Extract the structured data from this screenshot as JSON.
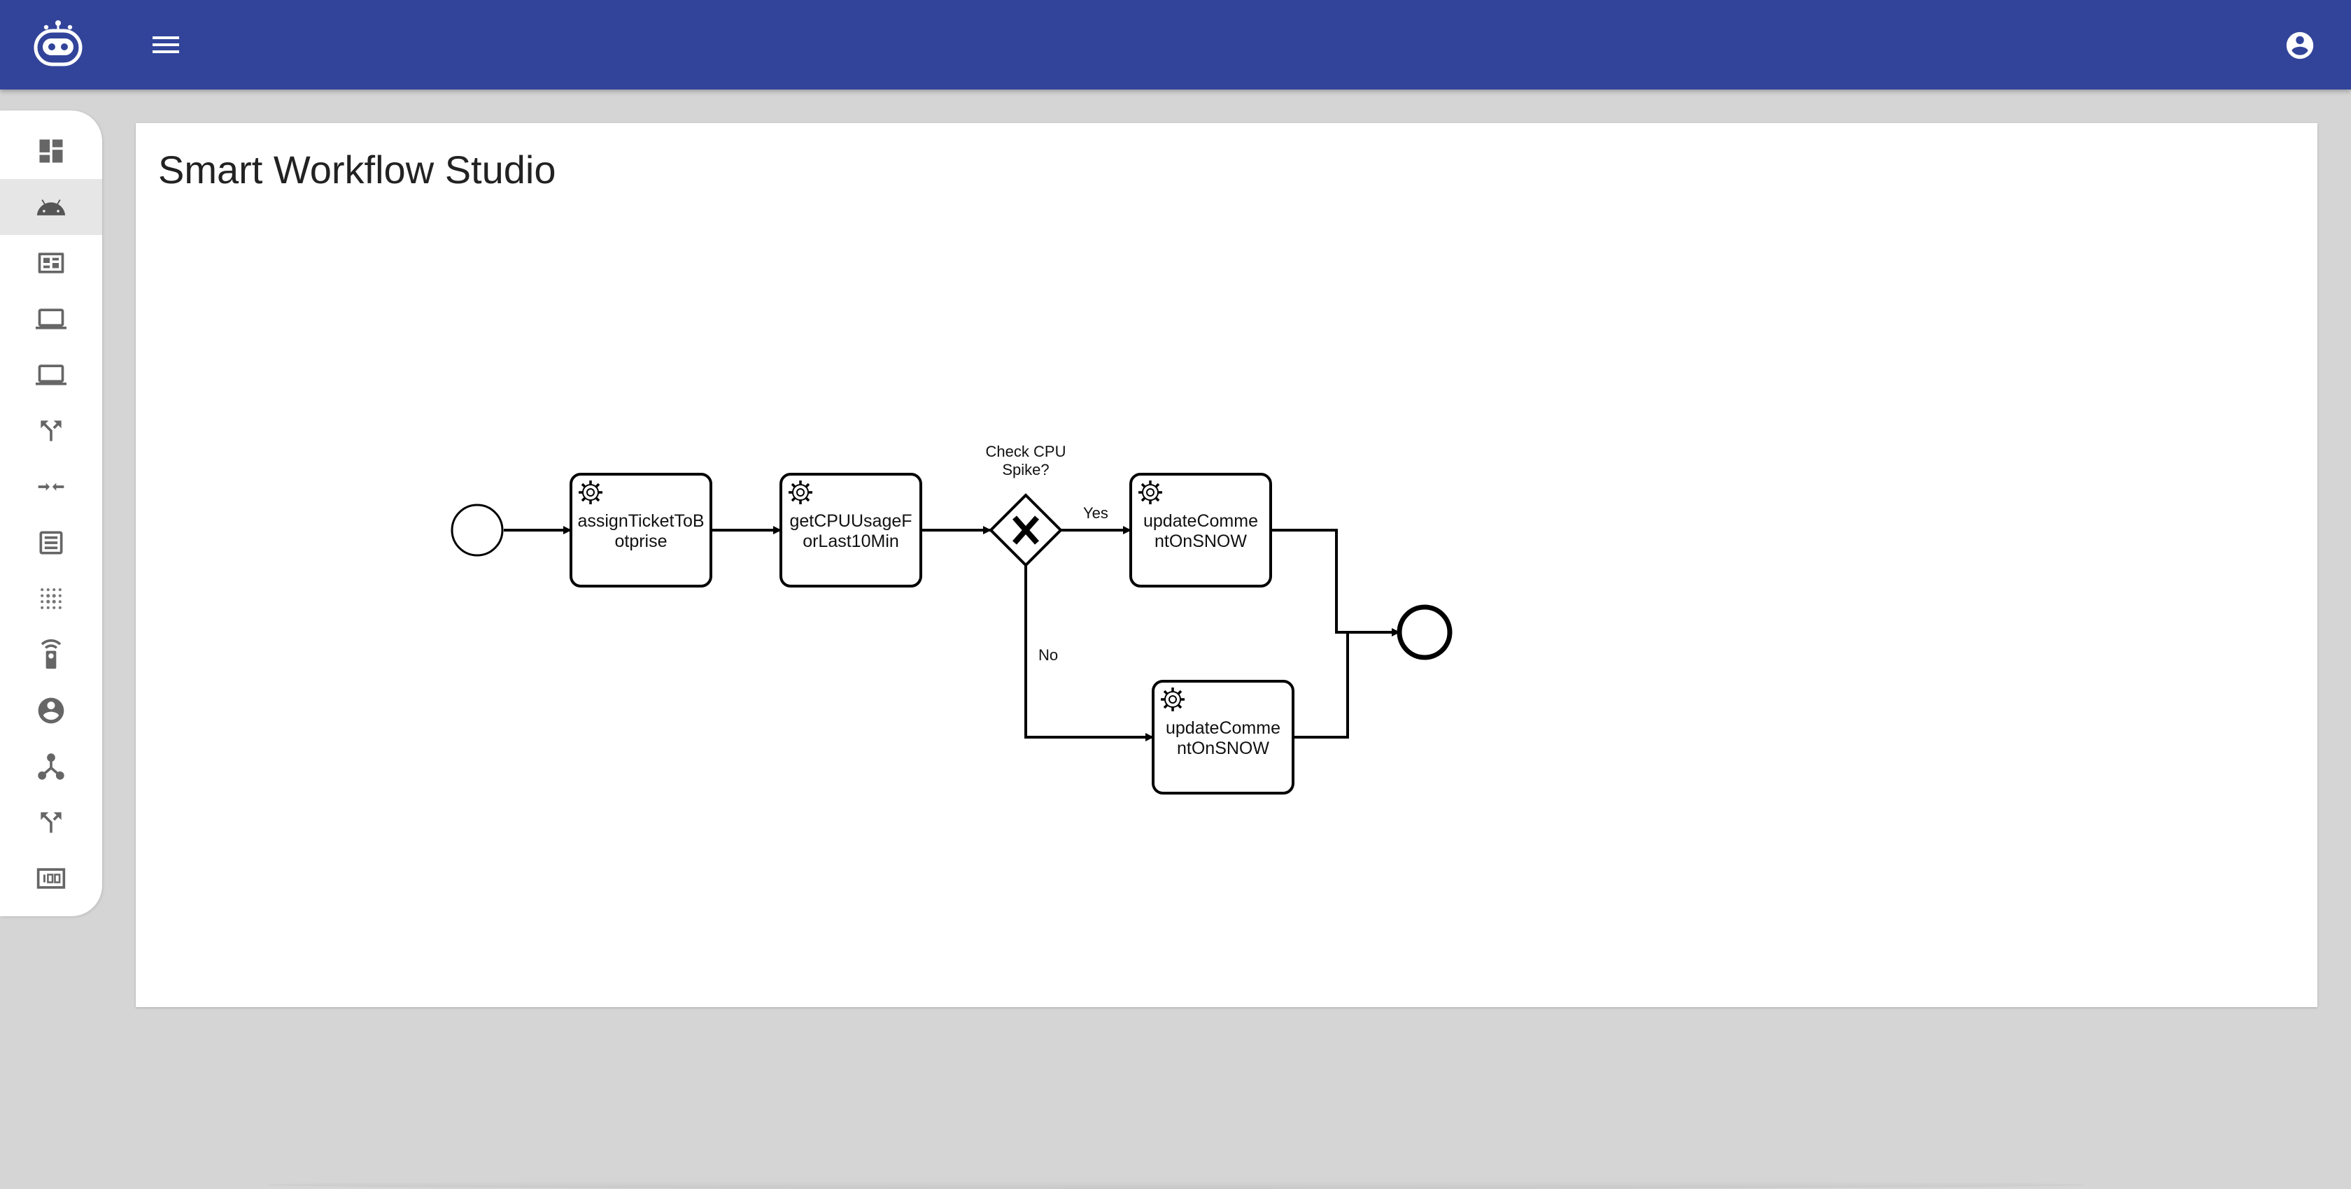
{
  "header": {
    "logo_icon": "robot-logo-icon",
    "menu_icon": "hamburger-menu-icon",
    "account_icon": "account-circle-icon",
    "color": "#32449a"
  },
  "sidebar": {
    "active_index": 1,
    "items": [
      {
        "icon": "dashboard-icon"
      },
      {
        "icon": "android-bot-icon"
      },
      {
        "icon": "dashboard-panel-icon"
      },
      {
        "icon": "laptop-icon"
      },
      {
        "icon": "laptop-icon"
      },
      {
        "icon": "merge-arrows-icon"
      },
      {
        "icon": "converge-arrows-icon"
      },
      {
        "icon": "receipt-list-icon"
      },
      {
        "icon": "dots-grid-icon"
      },
      {
        "icon": "remote-signal-icon"
      },
      {
        "icon": "account-circle-icon"
      },
      {
        "icon": "network-node-icon"
      },
      {
        "icon": "merge-arrows-icon"
      },
      {
        "icon": "counter-box-icon"
      }
    ]
  },
  "page": {
    "title": "Smart Workflow Studio"
  },
  "workflow": {
    "tasks": {
      "assign": {
        "line1": "assignTicketToB",
        "line2": "otprise"
      },
      "cpu": {
        "line1": "getCPUUsageF",
        "line2": "orLast10Min"
      },
      "update_yes": {
        "line1": "updateComme",
        "line2": "ntOnSNOW"
      },
      "update_no": {
        "line1": "updateComme",
        "line2": "ntOnSNOW"
      }
    },
    "gateway": {
      "line1": "Check CPU",
      "line2": "Spike?"
    },
    "flows": {
      "yes": "Yes",
      "no": "No"
    }
  }
}
